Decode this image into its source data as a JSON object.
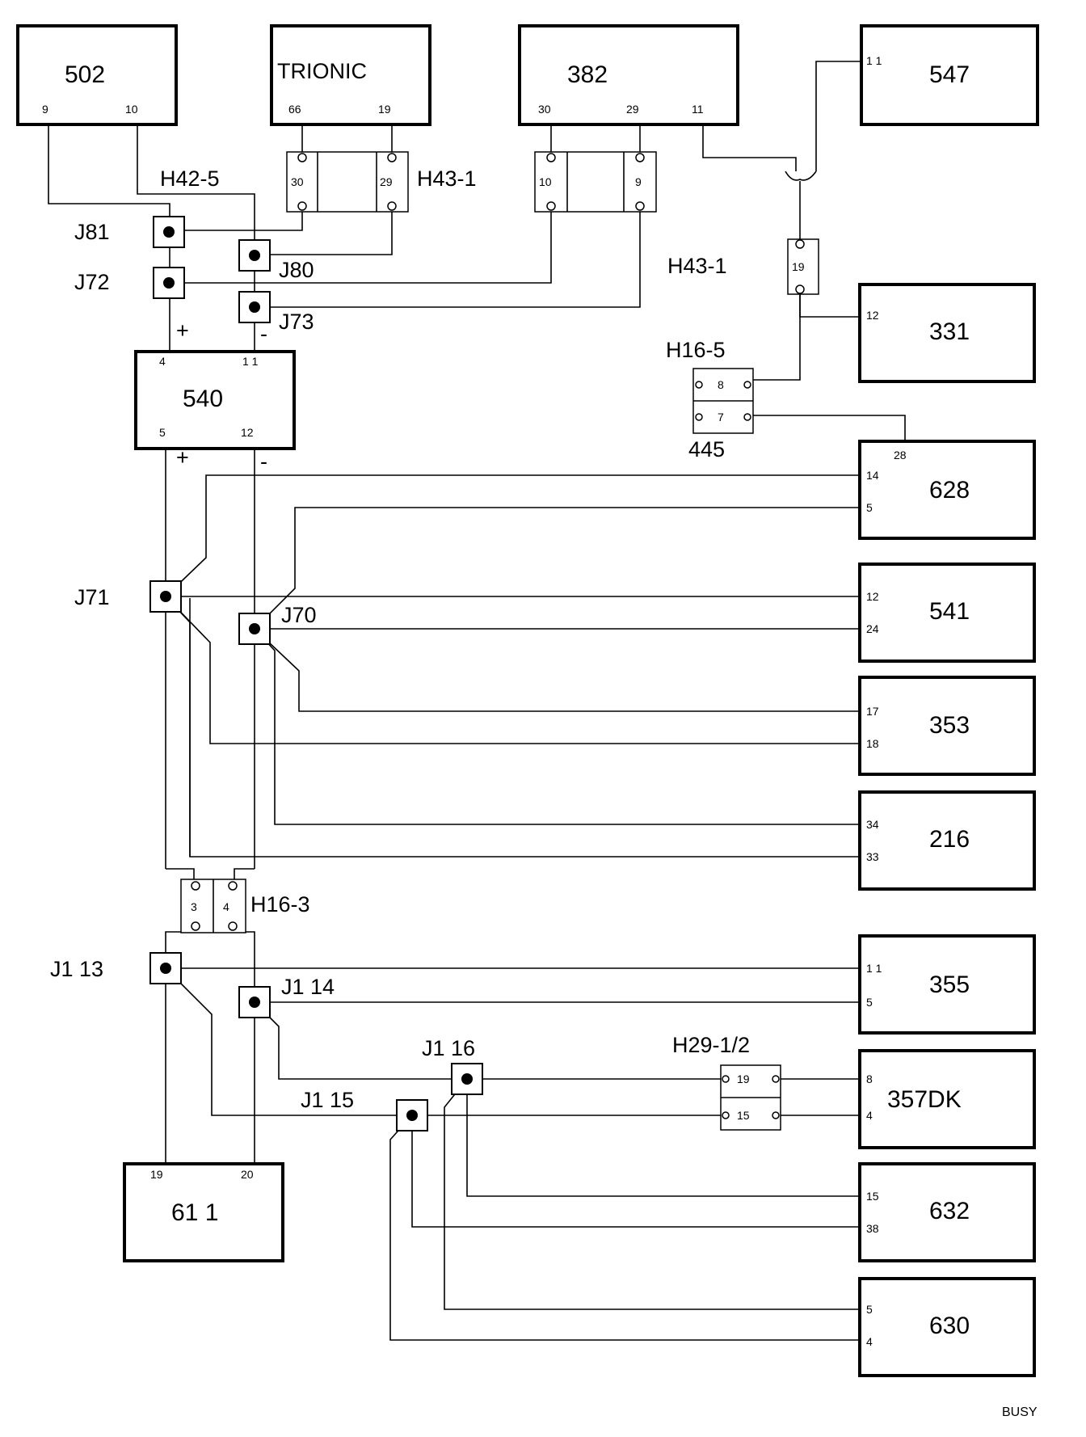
{
  "components": {
    "c502": "502",
    "trionic": "TRIONIC",
    "c382": "382",
    "c547": "547",
    "c331": "331",
    "c540": "540",
    "c628": "628",
    "c541": "541",
    "c353": "353",
    "c216": "216",
    "c355": "355",
    "c357dk": "357DK",
    "c632": "632",
    "c630": "630",
    "c611": "61  1"
  },
  "pins": {
    "c502_a": "9",
    "c502_b": "10",
    "trionic_a": "66",
    "trionic_b": "19",
    "c382_a": "30",
    "c382_b": "29",
    "c382_c": "11",
    "c547_a": "1 1",
    "c331_a": "12",
    "c540_a": "4",
    "c540_b": "1 1",
    "c540_c": "5",
    "c540_d": "12",
    "c628_a": "28",
    "c628_b": "14",
    "c628_c": "5",
    "c541_a": "12",
    "c541_b": "24",
    "c353_a": "17",
    "c353_b": "18",
    "c216_a": "34",
    "c216_b": "33",
    "c355_a": "1 1",
    "c355_b": "5",
    "c357dk_a": "8",
    "c357dk_b": "4",
    "c632_a": "15",
    "c632_b": "38",
    "c630_a": "5",
    "c630_b": "4",
    "c611_a": "19",
    "c611_b": "20"
  },
  "connectors": {
    "h43_left": "H43-1",
    "h43_left_p1": "30",
    "h43_left_p2": "29",
    "h43_right": "H43-1",
    "h43_right_p1": "10",
    "h43_right_p2": "9",
    "h42": "H42-5",
    "c19_pin": "19",
    "h16_5": "H16-5",
    "h16_5_p1": "8",
    "h16_5_p2": "7",
    "h16_5_sub": "445",
    "h16_3": "H16-3",
    "h16_3_p1": "3",
    "h16_3_p2": "4",
    "h29": "H29-1/2",
    "h29_p1": "19",
    "h29_p2": "15"
  },
  "junctions": {
    "j81": "J81",
    "j80": "J80",
    "j72": "J72",
    "j73": "J73",
    "j71": "J71",
    "j70": "J70",
    "j1_13": "J1  13",
    "j1_14": "J1  14",
    "j1_15": "J1  15",
    "j1_16": "J1  16"
  },
  "polarity": {
    "plus": "+",
    "minus": "-"
  },
  "footer": {
    "code": "BUSY"
  }
}
